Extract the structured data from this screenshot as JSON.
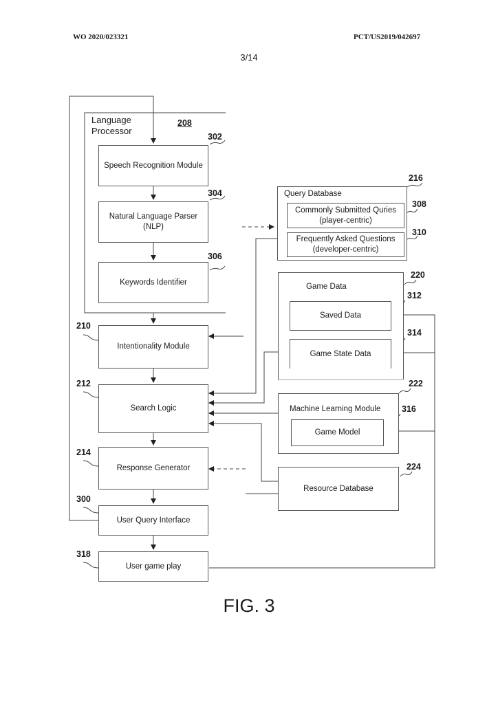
{
  "header": {
    "pub_number": "WO 2020/023321",
    "app_number": "PCT/US2019/042697",
    "page": "3/14"
  },
  "language_processor": {
    "label_line1": "Language",
    "label_line2": "Processor",
    "ref": "208",
    "speech_recognition": {
      "label": "Speech Recognition Module",
      "ref": "302"
    },
    "nlp": {
      "line1": "Natural Language Parser",
      "line2": "(NLP)",
      "ref": "304"
    },
    "keywords": {
      "label": "Keywords Identifier",
      "ref": "306"
    }
  },
  "modules": {
    "intentionality": {
      "label": "Intentionality Module",
      "ref": "210"
    },
    "search_logic": {
      "label": "Search Logic",
      "ref": "212"
    },
    "response_generator": {
      "label": "Response Generator",
      "ref": "214"
    },
    "user_query_interface": {
      "label": "User Query Interface",
      "ref": "300"
    },
    "user_game_play": {
      "label": "User game play",
      "ref": "318"
    }
  },
  "query_database": {
    "label": "Query Database",
    "ref": "216",
    "commonly_submitted": {
      "line1": "Commonly Submitted Quries",
      "line2": "(player-centric)",
      "ref": "308"
    },
    "faq": {
      "line1": "Frequently Asked Questions",
      "line2": "(developer-centric)",
      "ref": "310"
    }
  },
  "game_data": {
    "label": "Game Data",
    "ref": "220",
    "saved_data": {
      "label": "Saved Data",
      "ref": "312"
    },
    "game_state": {
      "label": "Game State Data",
      "ref": "314"
    }
  },
  "machine_learning": {
    "label": "Machine Learning Module",
    "ref": "222",
    "game_model": {
      "label": "Game Model",
      "ref": "316"
    }
  },
  "resource_database": {
    "label": "Resource Database",
    "ref": "224"
  },
  "figure_label": "FIG. 3"
}
